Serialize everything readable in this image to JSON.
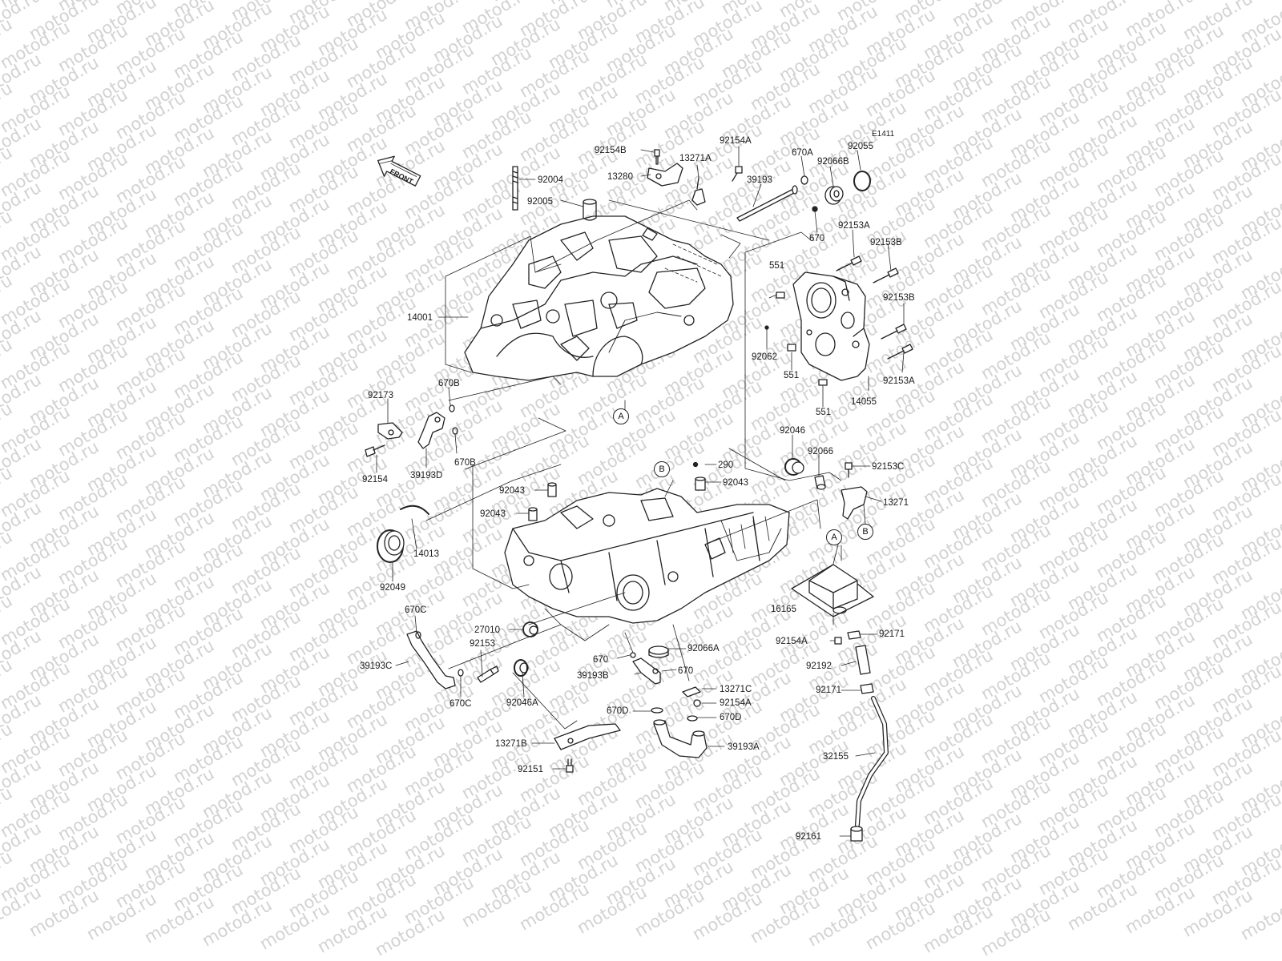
{
  "diagram": {
    "figure_code": "E1411",
    "front_label": "FRONT",
    "watermark": "motod.ru",
    "ref_markers": [
      "A",
      "B"
    ],
    "part_labels": [
      "92154B",
      "13280",
      "92004",
      "13271A",
      "92154A",
      "670A",
      "92066B",
      "92055",
      "39193",
      "92005",
      "670",
      "92153A",
      "92153B",
      "551",
      "14001",
      "92062",
      "14055",
      "670B",
      "92173",
      "92154",
      "39193D",
      "92046",
      "92066",
      "92153C",
      "290",
      "92043",
      "13271",
      "14013",
      "92049",
      "16165",
      "670C",
      "27010",
      "92153",
      "92066A",
      "92171",
      "39193C",
      "39193B",
      "13271C",
      "92192",
      "92046A",
      "670D",
      "13271B",
      "39193A",
      "92151",
      "32155",
      "92161"
    ]
  }
}
